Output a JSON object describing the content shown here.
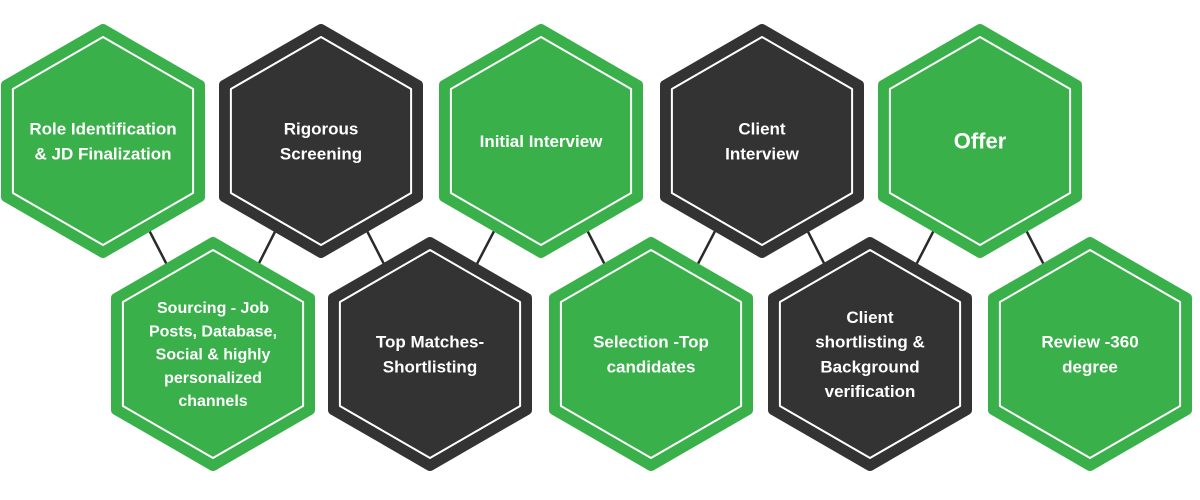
{
  "colors": {
    "green": "#39b04a",
    "dark": "#333333",
    "border_light": "#ffffff",
    "connector": "#2a2a2a"
  },
  "steps": [
    {
      "lines": [
        "Role Identification",
        "& JD Finalization"
      ],
      "color": "green"
    },
    {
      "lines": [
        "Sourcing - Job",
        "Posts, Database,",
        "Social & highly",
        "personalized",
        "channels"
      ],
      "color": "green"
    },
    {
      "lines": [
        "Rigorous",
        "Screening"
      ],
      "color": "dark"
    },
    {
      "lines": [
        "Top Matches-",
        "Shortlisting"
      ],
      "color": "dark"
    },
    {
      "lines": [
        "Initial Interview"
      ],
      "color": "green"
    },
    {
      "lines": [
        "Selection -Top",
        "candidates"
      ],
      "color": "green"
    },
    {
      "lines": [
        "Client",
        "Interview"
      ],
      "color": "dark"
    },
    {
      "lines": [
        "Client",
        "shortlisting &",
        "Background",
        "verification"
      ],
      "color": "dark"
    },
    {
      "lines": [
        "Offer"
      ],
      "color": "green"
    },
    {
      "lines": [
        "Review -360",
        "degree"
      ],
      "color": "green"
    }
  ]
}
